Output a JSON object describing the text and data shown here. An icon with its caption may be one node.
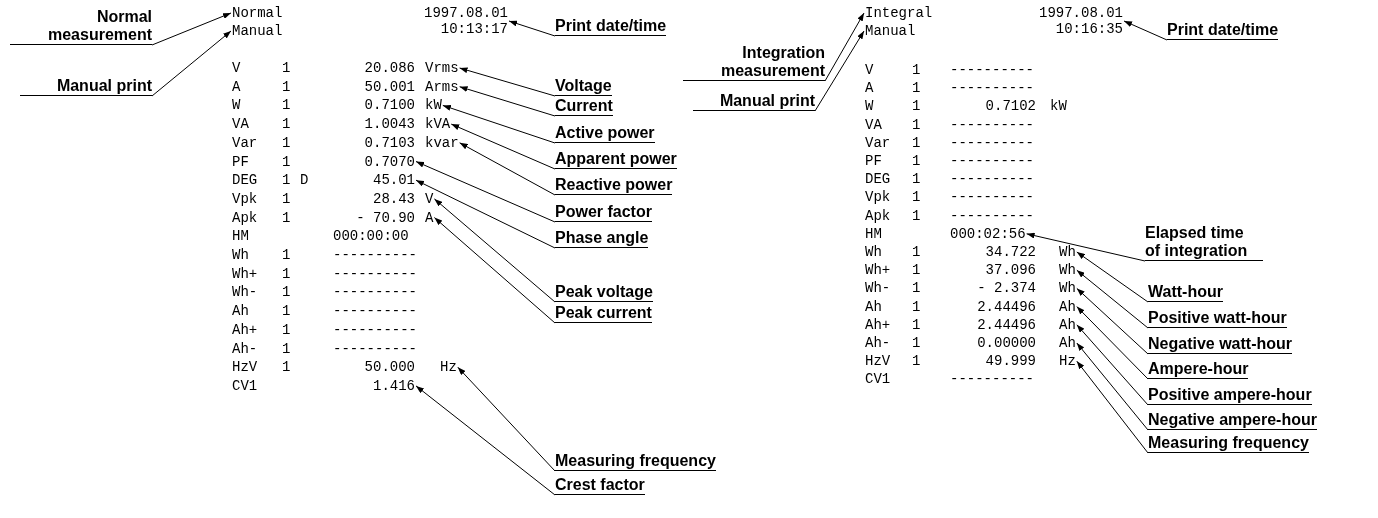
{
  "diagram": {
    "nodes": [
      {
        "text": [
          "Normal measurement"
        ]
      },
      {
        "text": [
          "Manual print"
        ]
      },
      {
        "text": [
          "Normal"
        ]
      },
      {
        "text": [
          "Manual"
        ]
      },
      {
        "text": [
          "1997.08.01",
          "10:13:17"
        ]
      },
      {
        "text": [
          "Vrms"
        ]
      },
      {
        "text": [
          "Arms"
        ]
      },
      {
        "text": [
          "kW"
        ]
      },
      {
        "text": [
          "kVA"
        ]
      },
      {
        "text": [
          "kvar"
        ]
      },
      {
        "text": [
          "0.7070"
        ]
      },
      {
        "text": [
          "45.01"
        ]
      },
      {
        "text": [
          "V"
        ]
      },
      {
        "text": [
          "A"
        ]
      },
      {
        "text": [
          "Hz"
        ]
      },
      {
        "text": [
          "1.416"
        ]
      },
      {
        "text": [
          "Print date/time"
        ]
      },
      {
        "text": [
          "Voltage"
        ]
      },
      {
        "text": [
          "Current"
        ]
      },
      {
        "text": [
          "Active power"
        ]
      },
      {
        "text": [
          "Apparent power"
        ]
      },
      {
        "text": [
          "Reactive power"
        ]
      },
      {
        "text": [
          "Power factor"
        ]
      },
      {
        "text": [
          "Phase angle"
        ]
      },
      {
        "text": [
          "Peak voltage"
        ]
      },
      {
        "text": [
          "Peak current"
        ]
      },
      {
        "text": [
          "Measuring frequency"
        ]
      },
      {
        "text": [
          "Crest factor"
        ]
      },
      {
        "text": [
          "Integration measurement"
        ]
      },
      {
        "text": [
          "Manual print"
        ]
      },
      {
        "text": [
          "Integral"
        ]
      },
      {
        "text": [
          "Manual"
        ]
      },
      {
        "text": [
          "1997.08.01",
          "10:16:35"
        ]
      },
      {
        "text": [
          "000:02:56"
        ]
      },
      {
        "text": [
          "Wh"
        ]
      },
      {
        "text": [
          "Wh"
        ]
      },
      {
        "text": [
          "Wh"
        ]
      },
      {
        "text": [
          "Ah"
        ]
      },
      {
        "text": [
          "Ah"
        ]
      },
      {
        "text": [
          "Ah"
        ]
      },
      {
        "text": [
          "Hz"
        ]
      },
      {
        "text": [
          "Print date/time"
        ]
      },
      {
        "text": [
          "Elapsed time of integration"
        ]
      },
      {
        "text": [
          "Watt-hour"
        ]
      },
      {
        "text": [
          "Positive watt-hour"
        ]
      },
      {
        "text": [
          "Negative watt-hour"
        ]
      },
      {
        "text": [
          "Ampere-hour"
        ]
      },
      {
        "text": [
          "Positive ampere-hour"
        ]
      },
      {
        "text": [
          "Negative ampere-hour"
        ]
      },
      {
        "text": [
          "Measuring frequency"
        ]
      }
    ],
    "edges": [
      {
        "from": 0,
        "to": 2,
        "arrow": "to"
      },
      {
        "from": 1,
        "to": 3,
        "arrow": "to"
      },
      {
        "from": 16,
        "to": 4,
        "arrow": "to"
      },
      {
        "from": 17,
        "to": 5,
        "arrow": "to"
      },
      {
        "from": 18,
        "to": 6,
        "arrow": "to"
      },
      {
        "from": 19,
        "to": 7,
        "arrow": "to"
      },
      {
        "from": 20,
        "to": 8,
        "arrow": "to"
      },
      {
        "from": 21,
        "to": 9,
        "arrow": "to"
      },
      {
        "from": 22,
        "to": 10,
        "arrow": "to"
      },
      {
        "from": 23,
        "to": 11,
        "arrow": "to"
      },
      {
        "from": 24,
        "to": 12,
        "arrow": "to"
      },
      {
        "from": 25,
        "to": 13,
        "arrow": "to"
      },
      {
        "from": 26,
        "to": 14,
        "arrow": "to"
      },
      {
        "from": 27,
        "to": 15,
        "arrow": "to"
      },
      {
        "from": 28,
        "to": 30,
        "arrow": "to"
      },
      {
        "from": 29,
        "to": 31,
        "arrow": "to"
      },
      {
        "from": 41,
        "to": 32,
        "arrow": "to"
      },
      {
        "from": 42,
        "to": 33,
        "arrow": "to"
      },
      {
        "from": 43,
        "to": 34,
        "arrow": "to"
      },
      {
        "from": 44,
        "to": 35,
        "arrow": "to"
      },
      {
        "from": 45,
        "to": 36,
        "arrow": "to"
      },
      {
        "from": 46,
        "to": 37,
        "arrow": "to"
      },
      {
        "from": 47,
        "to": 38,
        "arrow": "to"
      },
      {
        "from": 48,
        "to": 39,
        "arrow": "to"
      },
      {
        "from": 49,
        "to": 40,
        "arrow": "to"
      }
    ],
    "labels": [
      "V",
      "1",
      "20.086",
      "A",
      "1",
      "50.001",
      "W",
      "1",
      "0.7100",
      "VA",
      "1",
      "1.0043",
      "Var",
      "1",
      "0.7103",
      "PF",
      "1",
      "DEG",
      "1",
      "D",
      "Vpk",
      "1",
      "28.43",
      "Apk",
      "1",
      "- 70.90",
      "HM",
      "000:00:00",
      "Wh",
      "1",
      "----------",
      "Wh+",
      "1",
      "----------",
      "Wh-",
      "1",
      "----------",
      "Ah",
      "1",
      "----------",
      "Ah+",
      "1",
      "----------",
      "Ah-",
      "1",
      "----------",
      "HzV",
      "1",
      "50.000",
      "CV1",
      "V",
      "1",
      "----------",
      "A",
      "1",
      "----------",
      "W",
      "1",
      "0.7102",
      "kW",
      "VA",
      "1",
      "----------",
      "Var",
      "1",
      "----------",
      "PF",
      "1",
      "----------",
      "DEG",
      "1",
      "----------",
      "Vpk",
      "1",
      "----------",
      "Apk",
      "1",
      "----------",
      "HM",
      "Wh",
      "1",
      "34.722",
      "Wh+",
      "1",
      "37.096",
      "Wh-",
      "1",
      "- 2.374",
      "Ah",
      "1",
      "2.44496",
      "Ah+",
      "1",
      "2.44496",
      "Ah-",
      "1",
      "0.00000",
      "HzV",
      "1",
      "49.999",
      "CV1",
      "----------"
    ]
  }
}
